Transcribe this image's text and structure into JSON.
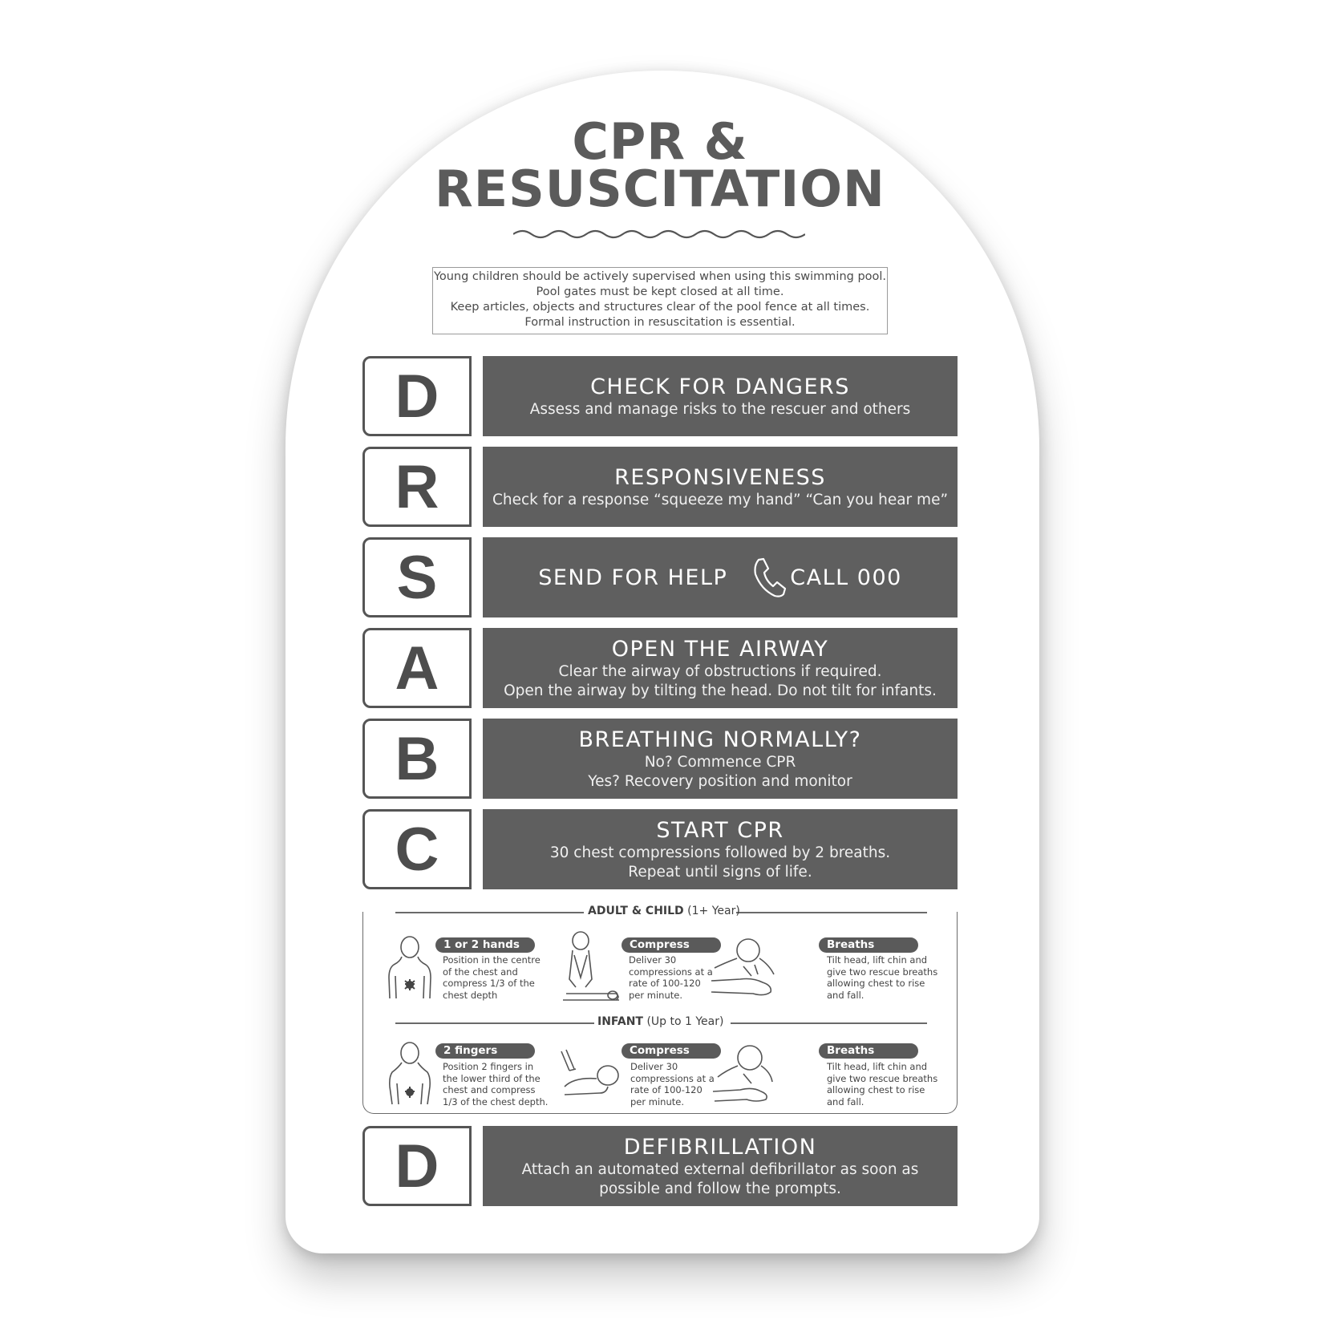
{
  "title": {
    "line1": "CPR &",
    "line2": "RESUSCITATION"
  },
  "notice": [
    "Young children should be actively supervised when using this swimming pool.",
    "Pool gates must be kept closed at all time.",
    "Keep articles, objects and structures clear of the pool fence at all times.",
    "Formal instruction in resuscitation is essential."
  ],
  "steps": [
    {
      "letter": "D",
      "heading": "CHECK FOR DANGERS",
      "lines": [
        "Assess and manage risks to the rescuer and others"
      ]
    },
    {
      "letter": "R",
      "heading": "RESPONSIVENESS",
      "lines": [
        "Check for a response “squeeze my hand” “Can you hear me”"
      ]
    },
    {
      "letter": "S",
      "heading": "SEND FOR HELP",
      "call": "CALL 000",
      "icon": "phone-icon"
    },
    {
      "letter": "A",
      "heading": "OPEN THE AIRWAY",
      "lines": [
        "Clear the airway of obstructions if required.",
        "Open the airway by tilting the head. Do not tilt for infants."
      ]
    },
    {
      "letter": "B",
      "heading": "BREATHING NORMALLY?",
      "lines": [
        "No? Commence CPR",
        "Yes? Recovery position and monitor"
      ]
    },
    {
      "letter": "C",
      "heading": "START CPR",
      "lines": [
        "30 chest compressions followed by 2 breaths.",
        "Repeat until signs of life."
      ]
    },
    {
      "letter": "D",
      "heading": "DEFIBRILLATION",
      "lines": [
        "Attach an automated external defibrillator as soon as",
        "possible and follow the prompts."
      ]
    }
  ],
  "cpr": {
    "adult": {
      "label_bold": "ADULT & CHILD",
      "label_rest": "(1+ Year)",
      "items": [
        {
          "pill": "1 or 2 hands",
          "text": "Position in the centre\nof the chest and\ncompress 1/3 of the\nchest depth"
        },
        {
          "pill": "Compress",
          "text": "Deliver 30\ncompressions at a\nrate of 100-120\nper minute."
        },
        {
          "pill": "Breaths",
          "text": "Tilt head, lift chin and\ngive two rescue breaths\nallowing chest to rise\nand fall."
        }
      ]
    },
    "infant": {
      "label_bold": "INFANT",
      "label_rest": "(Up to 1 Year)",
      "items": [
        {
          "pill": "2 fingers",
          "text": "Position 2 fingers in\nthe lower third of the\nchest and compress\n1/3 of the chest depth."
        },
        {
          "pill": "Compress",
          "text": "Deliver 30\ncompressions at a\nrate of 100-120\nper minute."
        },
        {
          "pill": "Breaths",
          "text": "Tilt head, lift chin and\ngive two rescue breaths\nallowing chest to rise\nand fall."
        }
      ]
    }
  },
  "colors": {
    "bar": "#5f5f5f",
    "text": "#5a5a5a",
    "background": "#ffffff"
  }
}
